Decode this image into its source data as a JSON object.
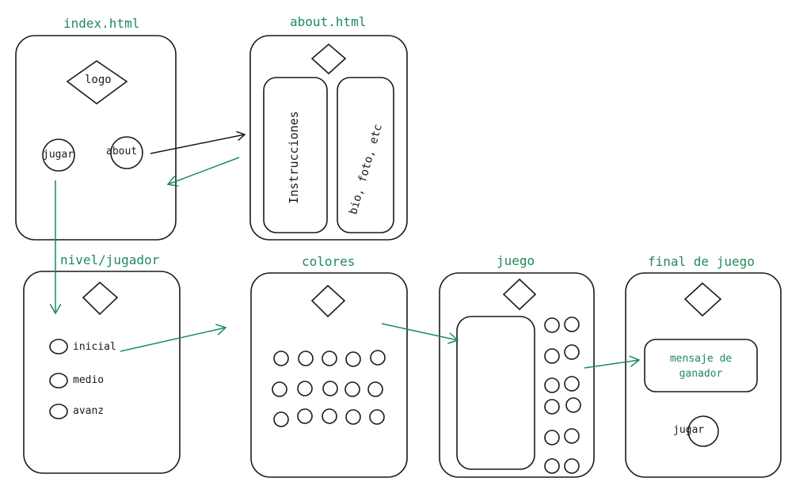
{
  "colors": {
    "ink": "#1a1a1a",
    "accent": "#1e8a5a"
  },
  "screens": {
    "index": {
      "title": "index.html",
      "logo_label": "logo",
      "jugar_label": "jugar",
      "about_label": "about"
    },
    "about": {
      "title": "about.html",
      "instrucciones_label": "Instrucciones",
      "bio_label": "bio, foto, etc"
    },
    "nivel": {
      "title": "nivel/jugador",
      "options": [
        "inicial",
        "medio",
        "avanz"
      ]
    },
    "colores": {
      "title": "colores"
    },
    "juego": {
      "title": "juego"
    },
    "final": {
      "title": "final de juego",
      "message_line1": "mensaje de",
      "message_line2": "ganador",
      "jugar_label": "jugar"
    }
  },
  "icons": {
    "logo": "diamond-logo-icon",
    "option": "radio-circle-icon",
    "color": "color-swatch-icon"
  }
}
